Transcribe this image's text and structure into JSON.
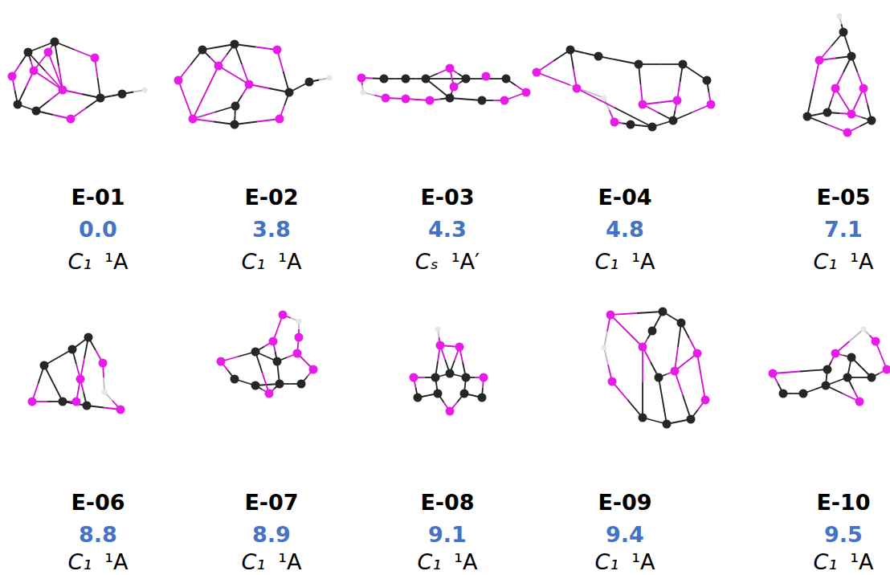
{
  "diagram": {
    "labels": [
      "E-01",
      "0.0",
      "C₁",
      "¹A",
      "E-02",
      "3.8",
      "C₁",
      "¹A",
      "E-03",
      "4.3",
      "Cₛ",
      "¹A′",
      "E-04",
      "4.8",
      "C₁",
      "¹A",
      "E-05",
      "7.1",
      "C₁",
      "¹A",
      "E-06",
      "8.8",
      "C₁",
      "¹A",
      "E-07",
      "8.9",
      "C₁",
      "¹A",
      "E-08",
      "9.1",
      "C₁",
      "¹A",
      "E-09",
      "9.4",
      "C₁",
      "¹A",
      "E-10",
      "9.5",
      "C₁",
      "¹A"
    ]
  }
}
